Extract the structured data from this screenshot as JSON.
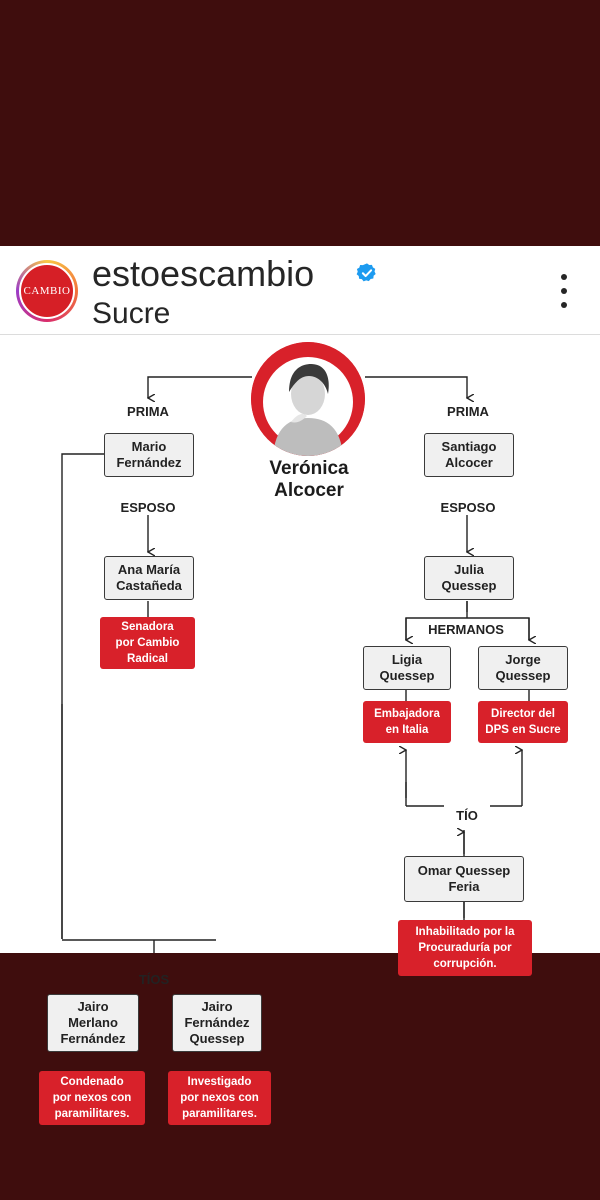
{
  "post": {
    "avatar_text": "CAMBIO",
    "username": "estoescambio",
    "location": "Sucre"
  },
  "diagram": {
    "center": {
      "line1": "Verónica",
      "line2": "Alcocer"
    },
    "left": {
      "rel_prima": "PRIMA",
      "mario": {
        "line1": "Mario",
        "line2": "Fernández"
      },
      "rel_esposo": "ESPOSO",
      "ana": {
        "line1": "Ana María",
        "line2": "Castañeda"
      },
      "ana_tag": {
        "line1": "Senadora",
        "line2": "por Cambio",
        "line3": "Radical"
      },
      "rel_tios": "TÍOS",
      "jairo1": {
        "line1": "Jairo",
        "line2": "Merlano",
        "line3": "Fernández"
      },
      "jairo1_tag": {
        "line1": "Condenado",
        "line2": "por nexos con",
        "line3": "paramilitares."
      },
      "jairo2": {
        "line1": "Jairo",
        "line2": "Fernández",
        "line3": "Quessep"
      },
      "jairo2_tag": {
        "line1": "Investigado",
        "line2": "por nexos con",
        "line3": "paramilitares."
      }
    },
    "right": {
      "rel_prima": "PRIMA",
      "santiago": {
        "line1": "Santiago",
        "line2": "Alcocer"
      },
      "rel_esposo": "ESPOSO",
      "julia": {
        "line1": "Julia",
        "line2": "Quessep"
      },
      "rel_hermanos": "HERMANOS",
      "ligia": {
        "line1": "Ligia",
        "line2": "Quessep"
      },
      "ligia_tag": {
        "line1": "Embajadora",
        "line2": "en Italia"
      },
      "jorge": {
        "line1": "Jorge",
        "line2": "Quessep"
      },
      "jorge_tag": {
        "line1": "Director del",
        "line2": "DPS en Sucre"
      },
      "rel_tio": "TÍO",
      "omar": {
        "line1": "Omar Quessep",
        "line2": "Feria"
      },
      "omar_tag": {
        "line1": "Inhabilitado por la",
        "line2": "Procuraduría por",
        "line3": "corrupción."
      }
    }
  },
  "colors": {
    "background": "#3f0d0d",
    "accent_red": "#d8212a",
    "box_fill": "#f0f0f0",
    "verified_blue": "#1d9bf0"
  },
  "icons": {
    "verified": "verified-badge-icon",
    "more": "more-options-icon"
  }
}
